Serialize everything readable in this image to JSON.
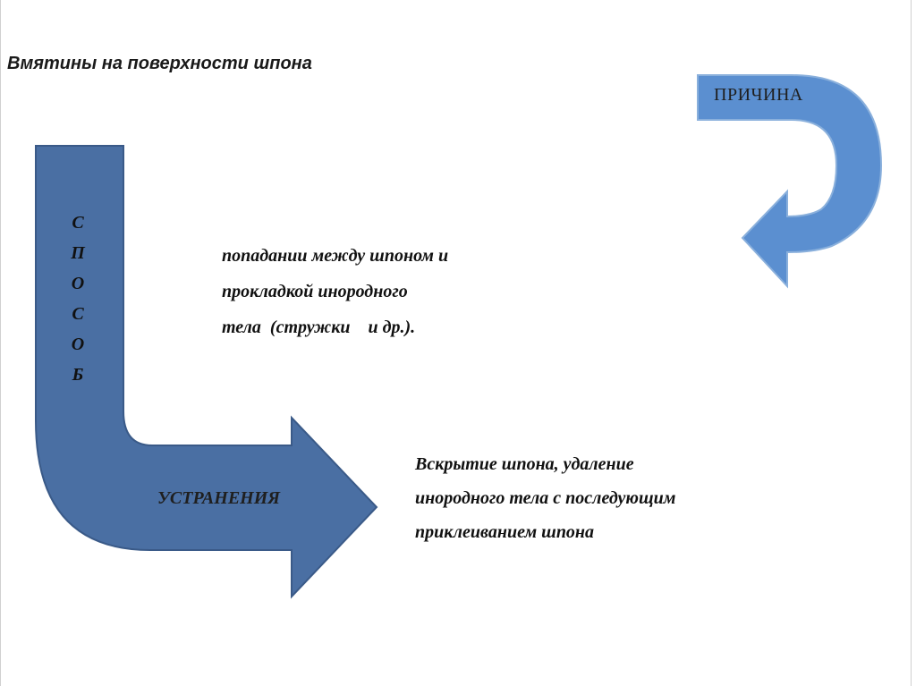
{
  "title": "Вмятины на поверхности шпона",
  "arrows": {
    "cause": {
      "label": "ПРИЧИНА",
      "fill": "#5b8fd0",
      "stroke": "#8ab0dc"
    },
    "method": {
      "vertical_letters": [
        "С",
        "П",
        "О",
        "С",
        "О",
        "Б"
      ],
      "label": "УСТРАНЕНИЯ",
      "fill": "#4a6fa3",
      "stroke": "#3a5a88"
    }
  },
  "cause_text": {
    "lines": [
      "попадании между шпоном и",
      "прокладкой инородного",
      "тела  (стружки    и др.)."
    ]
  },
  "fix_text": {
    "lines": [
      "Вскрытие шпона, удаление",
      "инородного тела с последующим",
      "приклеиванием шпона"
    ]
  }
}
